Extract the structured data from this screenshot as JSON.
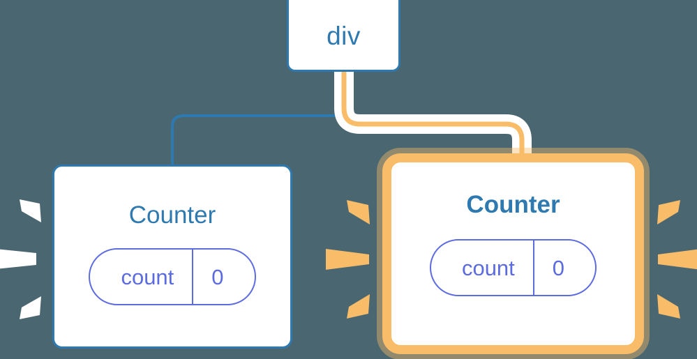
{
  "diagram": {
    "background_color": "#4a6670",
    "root": {
      "label": "div",
      "border_color": "#2e7ab0"
    },
    "nodes": [
      {
        "id": "counter-left",
        "title": "Counter",
        "highlighted": "false",
        "border_color": "#2e7ab0",
        "title_color": "#2e7ab0",
        "state": {
          "key": "count",
          "value": "0",
          "color": "#5c6be0"
        },
        "sparkle_color": "#ffffff"
      },
      {
        "id": "counter-right",
        "title": "Counter",
        "highlighted": "true",
        "border_color": "#f9bc68",
        "title_color": "#2e7ab0",
        "state": {
          "key": "count",
          "value": "0",
          "color": "#5c6be0"
        },
        "sparkle_color": "#f9bc68"
      }
    ],
    "edges": [
      {
        "id": "edge-div-to-counter-left",
        "from": "div",
        "to": "counter-left",
        "color": "#2e7ab0",
        "highlighted": "false"
      },
      {
        "id": "edge-div-to-counter-right",
        "from": "div",
        "to": "counter-right",
        "color": "#f9bc68",
        "highlighted": "true"
      }
    ]
  }
}
